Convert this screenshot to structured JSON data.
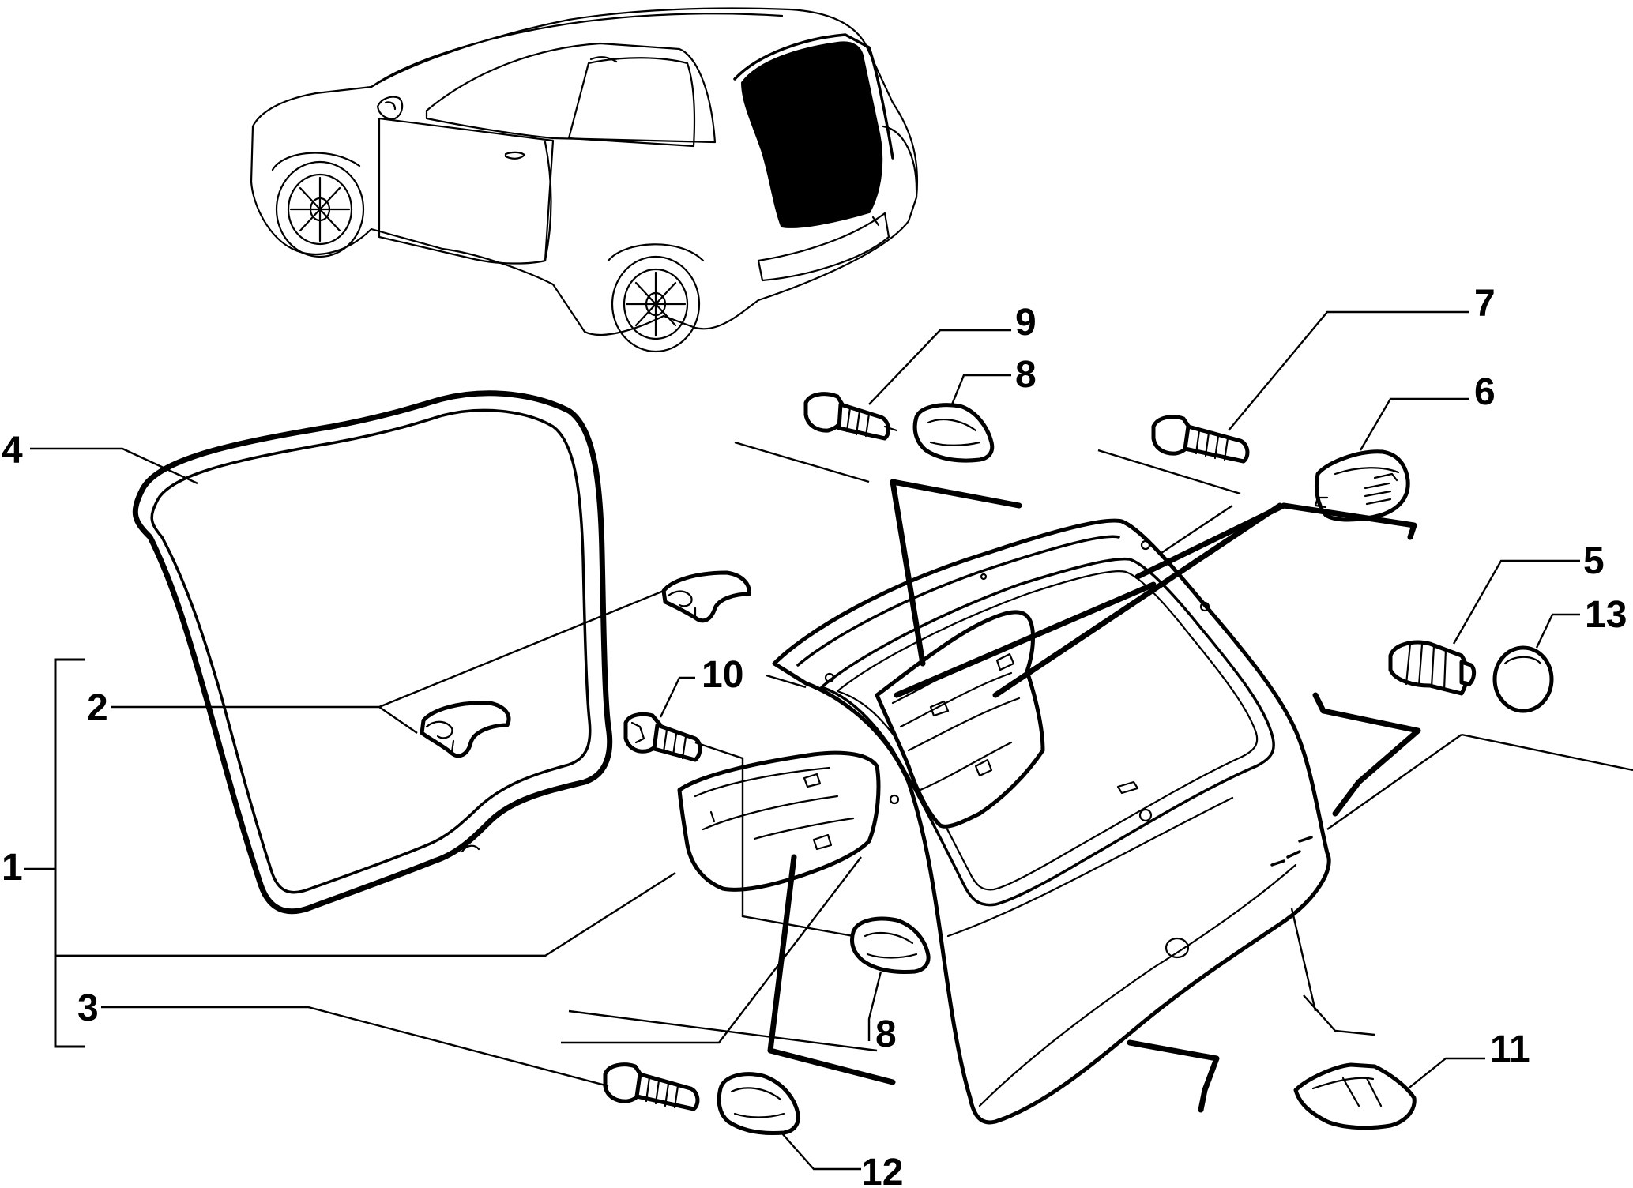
{
  "callouts": {
    "c1": "1",
    "c2": "2",
    "c3": "3",
    "c4": "4",
    "c5": "5",
    "c6": "6",
    "c7": "7",
    "c8a": "8",
    "c8b": "8",
    "c9": "9",
    "c10": "10",
    "c11": "11",
    "c12": "12",
    "c13": "13"
  },
  "colors": {
    "line": "#000000",
    "background": "#ffffff",
    "glass_highlight": "#000000"
  }
}
